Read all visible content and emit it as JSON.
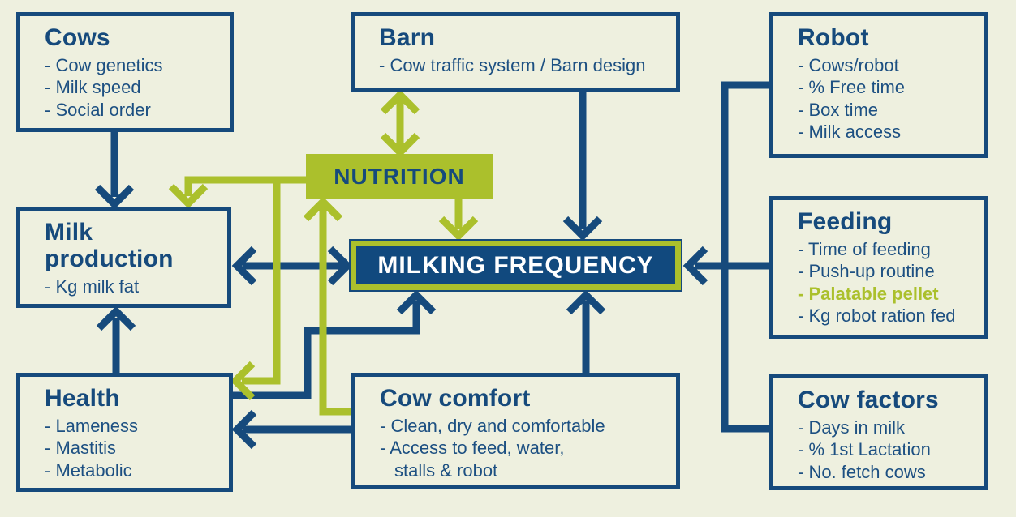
{
  "colors": {
    "background": "#eef0df",
    "navy": "#164a7c",
    "green": "#abc02c",
    "milking_frequency_fill": "#11497e",
    "milking_frequency_text": "#ffffff"
  },
  "boxes": {
    "cows": {
      "title": "Cows",
      "items": [
        "- Cow genetics",
        "- Milk speed",
        "- Social order"
      ]
    },
    "barn": {
      "title": "Barn",
      "items": [
        "- Cow traffic system / Barn design"
      ]
    },
    "robot": {
      "title": "Robot",
      "items": [
        "- Cows/robot",
        "- % Free time",
        "- Box time",
        "- Milk access"
      ]
    },
    "nutrition": {
      "title": "NUTRITION"
    },
    "milk_production": {
      "title": "Milk production",
      "items": [
        "- Kg milk fat"
      ]
    },
    "milking_frequency": {
      "title": "MILKING FREQUENCY"
    },
    "feeding": {
      "title": "Feeding",
      "items": [
        "- Time of feeding",
        "- Push-up routine",
        {
          "text": "- Palatable pellet",
          "highlight": true
        },
        "- Kg robot ration fed"
      ]
    },
    "health": {
      "title": "Health",
      "items": [
        "- Lameness",
        "- Mastitis",
        "- Metabolic"
      ]
    },
    "cow_comfort": {
      "title": "Cow comfort",
      "items": [
        "- Clean, dry and comfortable",
        "- Access to feed, water,\n stalls & robot"
      ]
    },
    "cow_factors": {
      "title": "Cow factors",
      "items": [
        "- Days in milk",
        "- % 1st Lactation",
        "- No. fetch cows"
      ]
    }
  }
}
